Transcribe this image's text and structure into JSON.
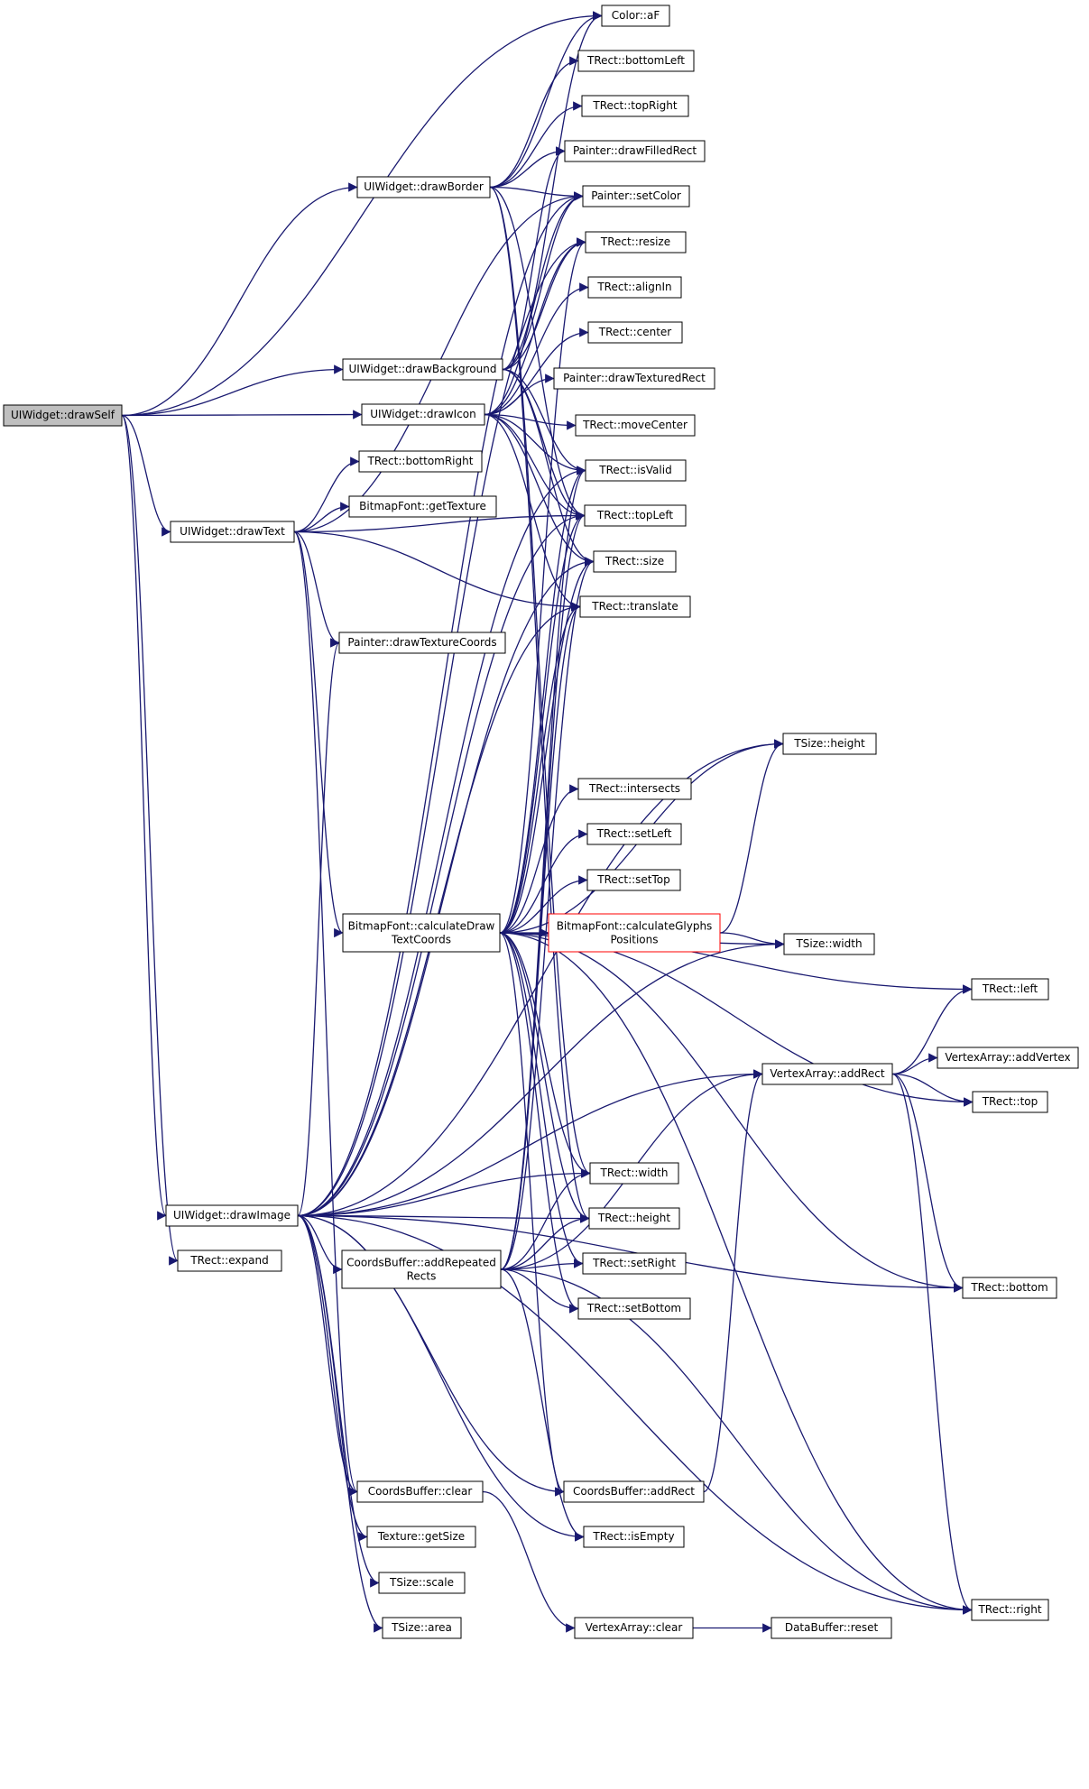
{
  "diagram": {
    "type": "call-graph",
    "edge_color": "#191970",
    "root_fill": "#bfbfbf",
    "highlight_border": "#ff0000",
    "nodes": [
      {
        "id": "drawSelf",
        "label": "UIWidget::drawSelf",
        "style": "root"
      },
      {
        "id": "aF",
        "label": "Color::aF"
      },
      {
        "id": "bottomLeft",
        "label": "TRect::bottomLeft"
      },
      {
        "id": "topRight",
        "label": "TRect::topRight"
      },
      {
        "id": "drawFilledRect",
        "label": "Painter::drawFilledRect"
      },
      {
        "id": "drawBorder",
        "label": "UIWidget::drawBorder"
      },
      {
        "id": "setColor",
        "label": "Painter::setColor"
      },
      {
        "id": "resize",
        "label": "TRect::resize"
      },
      {
        "id": "alignIn",
        "label": "TRect::alignIn"
      },
      {
        "id": "center",
        "label": "TRect::center"
      },
      {
        "id": "drawBackground",
        "label": "UIWidget::drawBackground"
      },
      {
        "id": "drawTexturedRect",
        "label": "Painter::drawTexturedRect"
      },
      {
        "id": "drawIcon",
        "label": "UIWidget::drawIcon"
      },
      {
        "id": "moveCenter",
        "label": "TRect::moveCenter"
      },
      {
        "id": "bottomRight",
        "label": "TRect::bottomRight"
      },
      {
        "id": "isValid",
        "label": "TRect::isValid"
      },
      {
        "id": "getTexture",
        "label": "BitmapFont::getTexture"
      },
      {
        "id": "topLeft",
        "label": "TRect::topLeft"
      },
      {
        "id": "drawText",
        "label": "UIWidget::drawText"
      },
      {
        "id": "size",
        "label": "TRect::size"
      },
      {
        "id": "translate",
        "label": "TRect::translate"
      },
      {
        "id": "drawTextureCoords",
        "label": "Painter::drawTextureCoords"
      },
      {
        "id": "sizeHeight",
        "label": "TSize::height"
      },
      {
        "id": "intersects",
        "label": "TRect::intersects"
      },
      {
        "id": "setLeft",
        "label": "TRect::setLeft"
      },
      {
        "id": "setTop",
        "label": "TRect::setTop"
      },
      {
        "id": "calcDraw",
        "label": "BitmapFont::calculateDraw",
        "label2": "TextCoords"
      },
      {
        "id": "calcGlyphs",
        "label": "BitmapFont::calculateGlyphs",
        "label2": "Positions",
        "style": "red"
      },
      {
        "id": "sizeWidth",
        "label": "TSize::width"
      },
      {
        "id": "left",
        "label": "TRect::left"
      },
      {
        "id": "va_addRect",
        "label": "VertexArray::addRect"
      },
      {
        "id": "addVertex",
        "label": "VertexArray::addVertex"
      },
      {
        "id": "top",
        "label": "TRect::top"
      },
      {
        "id": "width",
        "label": "TRect::width"
      },
      {
        "id": "drawImage",
        "label": "UIWidget::drawImage"
      },
      {
        "id": "height",
        "label": "TRect::height"
      },
      {
        "id": "expand",
        "label": "TRect::expand"
      },
      {
        "id": "addRepeated",
        "label": "CoordsBuffer::addRepeated",
        "label2": "Rects"
      },
      {
        "id": "setRight",
        "label": "TRect::setRight"
      },
      {
        "id": "bottom",
        "label": "TRect::bottom"
      },
      {
        "id": "setBottom",
        "label": "TRect::setBottom"
      },
      {
        "id": "cb_clear",
        "label": "CoordsBuffer::clear"
      },
      {
        "id": "cb_addRect",
        "label": "CoordsBuffer::addRect"
      },
      {
        "id": "getSize",
        "label": "Texture::getSize"
      },
      {
        "id": "isEmpty",
        "label": "TRect::isEmpty"
      },
      {
        "id": "scale",
        "label": "TSize::scale"
      },
      {
        "id": "right",
        "label": "TRect::right"
      },
      {
        "id": "area",
        "label": "TSize::area"
      },
      {
        "id": "va_clear",
        "label": "VertexArray::clear"
      },
      {
        "id": "reset",
        "label": "DataBuffer::reset"
      }
    ],
    "edges": [
      [
        "drawSelf",
        "aF"
      ],
      [
        "drawSelf",
        "drawBorder"
      ],
      [
        "drawSelf",
        "drawBackground"
      ],
      [
        "drawSelf",
        "drawIcon"
      ],
      [
        "drawSelf",
        "drawText"
      ],
      [
        "drawSelf",
        "drawImage"
      ],
      [
        "drawSelf",
        "expand"
      ],
      [
        "drawBorder",
        "aF"
      ],
      [
        "drawBorder",
        "bottomLeft"
      ],
      [
        "drawBorder",
        "topRight"
      ],
      [
        "drawBorder",
        "drawFilledRect"
      ],
      [
        "drawBorder",
        "setColor"
      ],
      [
        "drawBorder",
        "topLeft"
      ],
      [
        "drawBorder",
        "width"
      ],
      [
        "drawBorder",
        "height"
      ],
      [
        "drawBackground",
        "aF"
      ],
      [
        "drawBackground",
        "drawFilledRect"
      ],
      [
        "drawBackground",
        "setColor"
      ],
      [
        "drawBackground",
        "resize"
      ],
      [
        "drawBackground",
        "isValid"
      ],
      [
        "drawBackground",
        "topLeft"
      ],
      [
        "drawBackground",
        "size"
      ],
      [
        "drawIcon",
        "setColor"
      ],
      [
        "drawIcon",
        "resize"
      ],
      [
        "drawIcon",
        "alignIn"
      ],
      [
        "drawIcon",
        "center"
      ],
      [
        "drawIcon",
        "drawTexturedRect"
      ],
      [
        "drawIcon",
        "moveCenter"
      ],
      [
        "drawIcon",
        "isValid"
      ],
      [
        "drawIcon",
        "topLeft"
      ],
      [
        "drawIcon",
        "size"
      ],
      [
        "drawIcon",
        "translate"
      ],
      [
        "drawText",
        "setColor"
      ],
      [
        "drawText",
        "bottomRight"
      ],
      [
        "drawText",
        "getTexture"
      ],
      [
        "drawText",
        "topLeft"
      ],
      [
        "drawText",
        "translate"
      ],
      [
        "drawText",
        "drawTextureCoords"
      ],
      [
        "drawText",
        "calcDraw"
      ],
      [
        "drawText",
        "cb_clear"
      ],
      [
        "calcDraw",
        "resize"
      ],
      [
        "calcDraw",
        "isValid"
      ],
      [
        "calcDraw",
        "topLeft"
      ],
      [
        "calcDraw",
        "size"
      ],
      [
        "calcDraw",
        "translate"
      ],
      [
        "calcDraw",
        "sizeHeight"
      ],
      [
        "calcDraw",
        "intersects"
      ],
      [
        "calcDraw",
        "setLeft"
      ],
      [
        "calcDraw",
        "setTop"
      ],
      [
        "calcDraw",
        "calcGlyphs"
      ],
      [
        "calcDraw",
        "sizeWidth"
      ],
      [
        "calcDraw",
        "left"
      ],
      [
        "calcDraw",
        "top"
      ],
      [
        "calcDraw",
        "bottom"
      ],
      [
        "calcDraw",
        "right"
      ],
      [
        "calcDraw",
        "width"
      ],
      [
        "calcDraw",
        "height"
      ],
      [
        "calcDraw",
        "setRight"
      ],
      [
        "calcDraw",
        "setBottom"
      ],
      [
        "calcDraw",
        "cb_addRect"
      ],
      [
        "calcGlyphs",
        "sizeHeight"
      ],
      [
        "calcGlyphs",
        "sizeWidth"
      ],
      [
        "va_addRect",
        "left"
      ],
      [
        "va_addRect",
        "addVertex"
      ],
      [
        "va_addRect",
        "top"
      ],
      [
        "va_addRect",
        "bottom"
      ],
      [
        "va_addRect",
        "right"
      ],
      [
        "drawImage",
        "setColor"
      ],
      [
        "drawImage",
        "resize"
      ],
      [
        "drawImage",
        "isValid"
      ],
      [
        "drawImage",
        "topLeft"
      ],
      [
        "drawImage",
        "size"
      ],
      [
        "drawImage",
        "translate"
      ],
      [
        "drawImage",
        "drawTextureCoords"
      ],
      [
        "drawImage",
        "sizeHeight"
      ],
      [
        "drawImage",
        "sizeWidth"
      ],
      [
        "drawImage",
        "width"
      ],
      [
        "drawImage",
        "height"
      ],
      [
        "drawImage",
        "addRepeated"
      ],
      [
        "drawImage",
        "cb_clear"
      ],
      [
        "drawImage",
        "cb_addRect"
      ],
      [
        "drawImage",
        "getSize"
      ],
      [
        "drawImage",
        "scale"
      ],
      [
        "drawImage",
        "area"
      ],
      [
        "drawImage",
        "isEmpty"
      ],
      [
        "drawImage",
        "va_addRect"
      ],
      [
        "drawImage",
        "bottom"
      ],
      [
        "drawImage",
        "right"
      ],
      [
        "addRepeated",
        "translate"
      ],
      [
        "addRepeated",
        "isValid"
      ],
      [
        "addRepeated",
        "topLeft"
      ],
      [
        "addRepeated",
        "size"
      ],
      [
        "addRepeated",
        "width"
      ],
      [
        "addRepeated",
        "height"
      ],
      [
        "addRepeated",
        "setRight"
      ],
      [
        "addRepeated",
        "setBottom"
      ],
      [
        "addRepeated",
        "va_addRect"
      ],
      [
        "addRepeated",
        "isEmpty"
      ],
      [
        "addRepeated",
        "right"
      ],
      [
        "cb_clear",
        "va_clear"
      ],
      [
        "cb_addRect",
        "va_addRect"
      ],
      [
        "va_clear",
        "reset"
      ]
    ]
  }
}
